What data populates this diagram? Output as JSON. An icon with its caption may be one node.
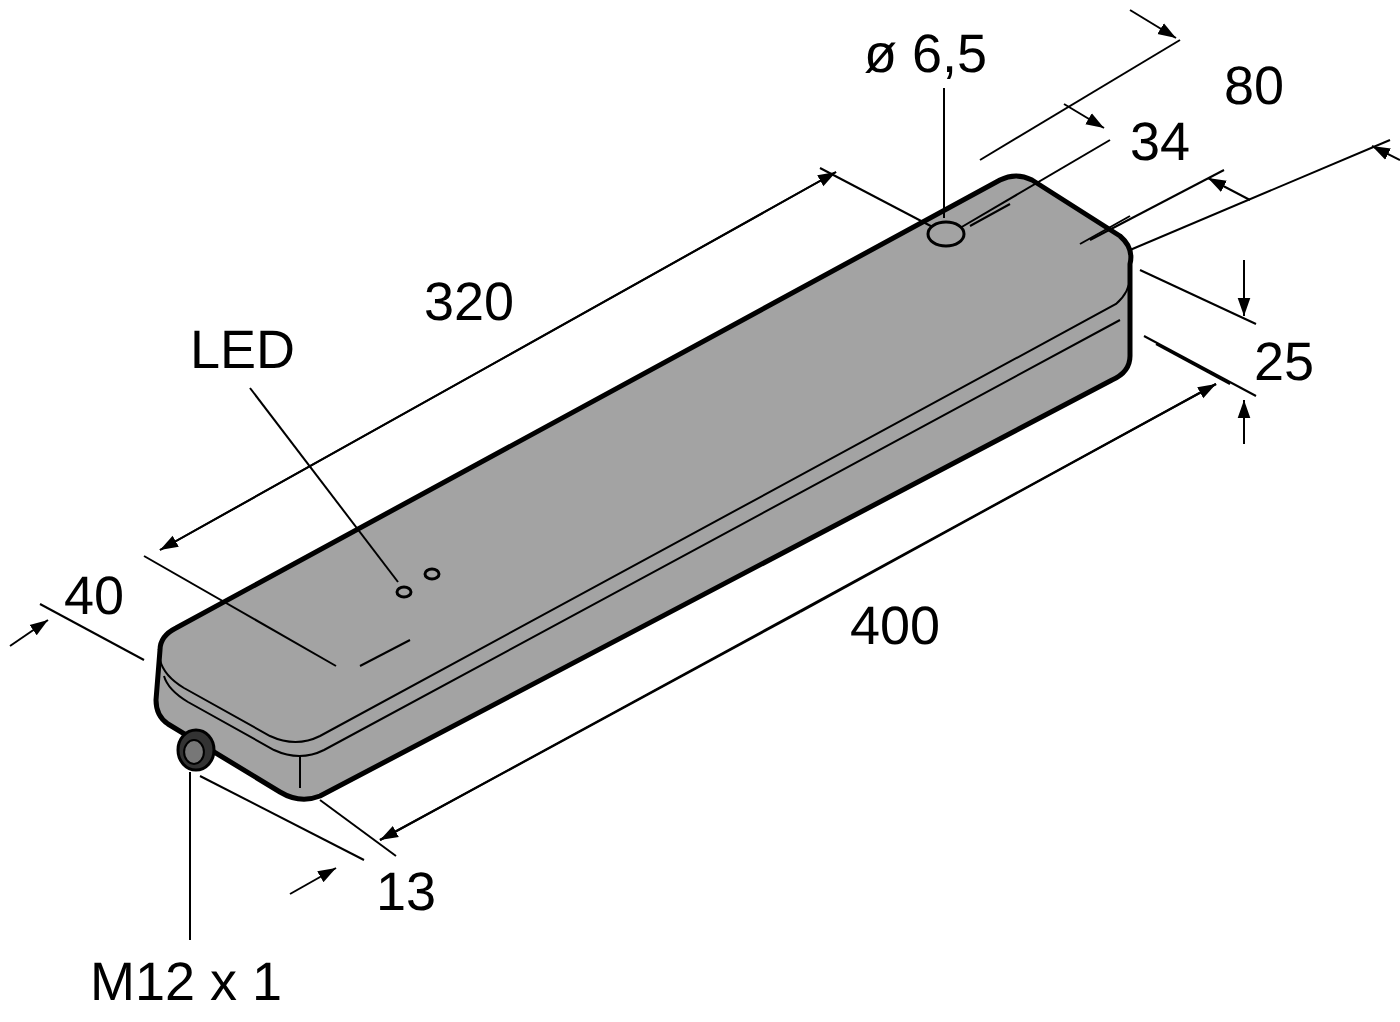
{
  "diagram": {
    "nodes": [
      {
        "text": [
          "ø 6,5"
        ]
      },
      {
        "text": [],
        "shape": "circle"
      },
      {
        "text": [
          "LED"
        ]
      },
      {
        "text": [],
        "shape": "circle"
      },
      {
        "text": [
          "M12 x 1"
        ]
      },
      {
        "text": [],
        "shape": "cylinder"
      }
    ],
    "edges": [
      {
        "from": 0,
        "to": 1,
        "arrow": "none"
      },
      {
        "from": 2,
        "to": 3,
        "arrow": "none"
      },
      {
        "from": 4,
        "to": 5,
        "arrow": "none"
      }
    ],
    "labels": [
      "80",
      "34",
      "320",
      "25",
      "40",
      "400",
      "13"
    ]
  }
}
